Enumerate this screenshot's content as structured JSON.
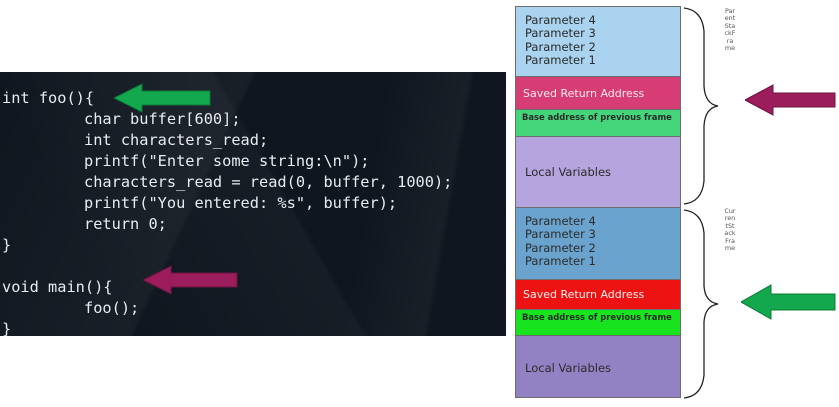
{
  "code": {
    "lines": [
      "int foo(){",
      "char buffer[600];",
      "int characters_read;",
      "printf(\"Enter some string:\\n\");",
      "characters_read = read(0, buffer, 1000);",
      "printf(\"You entered: %s\", buffer);",
      "return 0;",
      "}",
      "",
      "void main(){",
      "foo();",
      "}"
    ]
  },
  "stack": {
    "parent_frame": {
      "label": "ParentStackFrame",
      "parameters": [
        "Parameter 4",
        "Parameter 3",
        "Parameter 2",
        "Parameter 1"
      ],
      "saved_return": "Saved Return Address",
      "base_address": "Base address of previous frame",
      "locals": "Local Variables"
    },
    "current_frame": {
      "label": "CurrentStackFrame",
      "parameters": [
        "Parameter 4",
        "Parameter 3",
        "Parameter 2",
        "Parameter 1"
      ],
      "saved_return": "Saved Return Address",
      "base_address": "Base address of previous frame",
      "locals": "Local Variables"
    }
  },
  "colors": {
    "code_bg": "#10161f",
    "code_text": "#e8ecf1",
    "green_arrow": "#13a84d",
    "magenta_arrow": "#9b1d5c",
    "parent_params": "#a9d3ee",
    "parent_return": "#d63d74",
    "parent_base": "#44d57a",
    "parent_locals": "#b6a4de",
    "current_params": "#6aa3ce",
    "current_return": "#ee1313",
    "current_base": "#17e31f",
    "current_locals": "#9282c4"
  },
  "icons": [
    "green-arrow-icon",
    "magenta-arrow-icon",
    "curly-brace-icon"
  ]
}
